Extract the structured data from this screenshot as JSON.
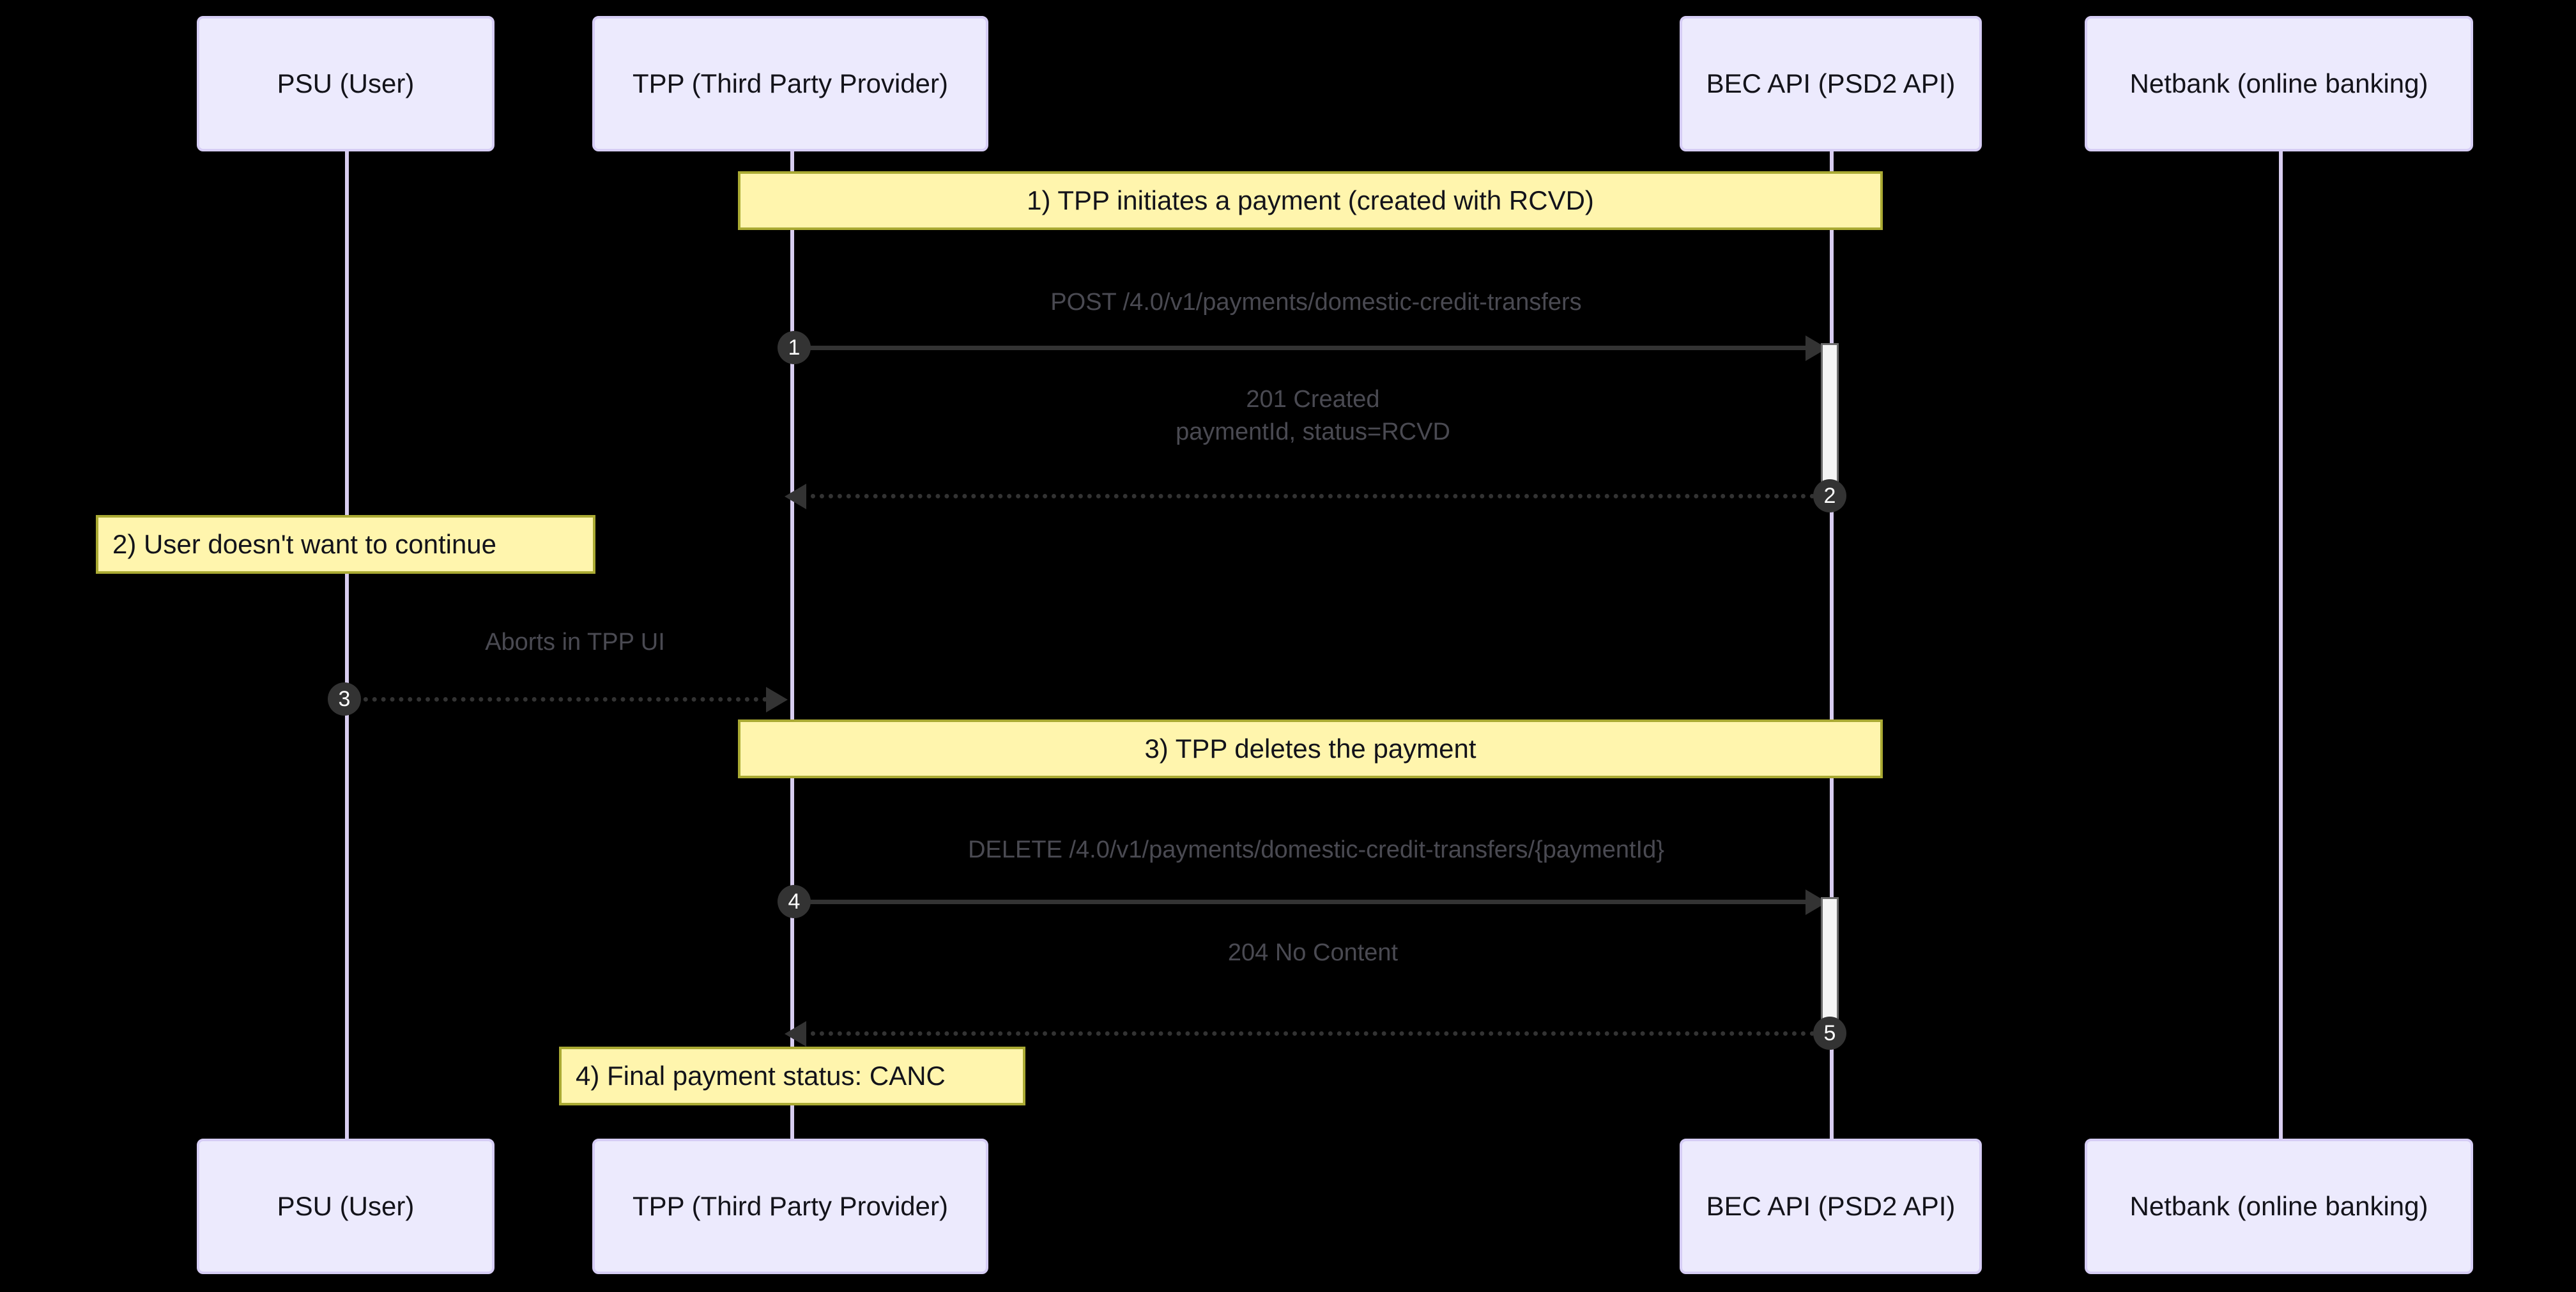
{
  "diagram": {
    "type": "sequence-diagram",
    "title": "PSD2 payment initiation and cancellation flow",
    "background_color": "#000000",
    "participant_fill": "#ECEAFD",
    "participant_border": "#d6cdf5",
    "note_fill": "#FFF5AD",
    "note_border": "#AAAA33",
    "lifeline_color": "#d8cdf0",
    "message_color": "#333333",
    "message_label_color": "#4a4a52",
    "sequence_badge_fill": "#333333",
    "sequence_badge_text": "#ffffff"
  },
  "participants": [
    {
      "id": "psu",
      "label": "PSU (User)"
    },
    {
      "id": "tpp",
      "label": "TPP (Third Party Provider)"
    },
    {
      "id": "bec",
      "label": "BEC API (PSD2 API)"
    },
    {
      "id": "netbank",
      "label": "Netbank (online banking)"
    }
  ],
  "participants_bottom": [
    {
      "id": "psu",
      "label": "PSU (User)"
    },
    {
      "id": "tpp",
      "label": "TPP (Third Party Provider)"
    },
    {
      "id": "bec",
      "label": "BEC API (PSD2 API)"
    },
    {
      "id": "netbank",
      "label": "Netbank (online banking)"
    }
  ],
  "notes": [
    {
      "id": "note1",
      "text": "1) TPP initiates a payment (created with RCVD)",
      "align": "center",
      "over": [
        "tpp",
        "bec"
      ]
    },
    {
      "id": "note2",
      "text": "2) User doesn't want to continue",
      "align": "left",
      "over": [
        "psu"
      ]
    },
    {
      "id": "note3",
      "text": "3) TPP deletes the payment",
      "align": "center",
      "over": [
        "tpp",
        "bec"
      ]
    },
    {
      "id": "note4",
      "text": "4) Final payment status: CANC",
      "align": "left",
      "over": [
        "tpp"
      ]
    }
  ],
  "messages": [
    {
      "seq": "1",
      "label": "POST /4.0/v1/payments/domestic-credit-transfers",
      "from": "tpp",
      "to": "bec",
      "direction": "right",
      "style": "solid"
    },
    {
      "seq": "2",
      "label": "201 Created\npaymentId, status=RCVD",
      "label_line1": "201 Created",
      "label_line2": "paymentId, status=RCVD",
      "from": "bec",
      "to": "tpp",
      "direction": "left",
      "style": "dotted"
    },
    {
      "seq": "3",
      "label": "Aborts in TPP UI",
      "from": "psu",
      "to": "tpp",
      "direction": "right",
      "style": "dotted"
    },
    {
      "seq": "4",
      "label": "DELETE /4.0/v1/payments/domestic-credit-transfers/{paymentId}",
      "from": "tpp",
      "to": "bec",
      "direction": "right",
      "style": "solid"
    },
    {
      "seq": "5",
      "label": "204 No Content",
      "from": "bec",
      "to": "tpp",
      "direction": "left",
      "style": "dotted"
    }
  ],
  "activations": [
    {
      "on": "bec",
      "after_message": "1",
      "until_message": "2"
    },
    {
      "on": "bec",
      "after_message": "4",
      "until_message": "5"
    }
  ]
}
